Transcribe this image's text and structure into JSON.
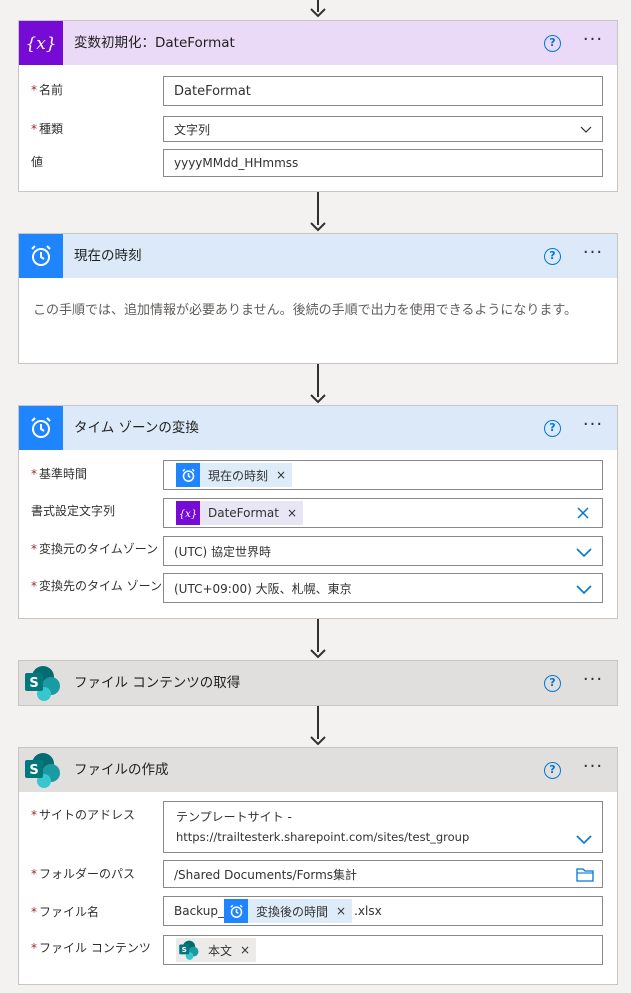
{
  "card1": {
    "title": "変数初期化：DateFormat",
    "help": "?",
    "more": "···",
    "name_label": "名前",
    "name_value": "DateFormat",
    "type_label": "種類",
    "type_value": "文字列",
    "value_label": "値",
    "value_value": "yyyyMMdd_HHmmss"
  },
  "card2": {
    "title": "現在の時刻",
    "help": "?",
    "more": "···",
    "description": "この手順では、追加情報が必要ありません。後続の手順で出力を使用できるようになります。"
  },
  "card3": {
    "title": "タイム ゾーンの変換",
    "help": "?",
    "more": "···",
    "base_time_label": "基準時間",
    "base_time_token": "現在の時刻",
    "format_label": "書式設定文字列",
    "format_token": "DateFormat",
    "source_tz_label": "変換元のタイムゾーン",
    "source_tz_value": "(UTC) 協定世界時",
    "dest_tz_label": "変換先のタイム ゾーン",
    "dest_tz_value": "(UTC+09:00) 大阪、札幌、東京"
  },
  "card4": {
    "title": "ファイル コンテンツの取得",
    "help": "?",
    "more": "···"
  },
  "card5": {
    "title": "ファイルの作成",
    "help": "?",
    "more": "···",
    "site_label": "サイトのアドレス",
    "site_line1": "テンプレートサイト -",
    "site_line2": "https://trailtesterk.sharepoint.com/sites/test_group",
    "folder_label": "フォルダーのパス",
    "folder_value": "/Shared Documents/Forms集計",
    "filename_label": "ファイル名",
    "filename_prefix": "Backup_",
    "filename_token": "変換後の時間",
    "filename_suffix": ".xlsx",
    "content_label": "ファイル コンテンツ",
    "content_token": "本文"
  },
  "token_x": "×",
  "required_mark": "*",
  "colors": {
    "variable_purple": "#770bd6",
    "schedule_blue": "#1f85ff",
    "sharepoint_teal": "#036c70",
    "accent": "#0078d4"
  }
}
